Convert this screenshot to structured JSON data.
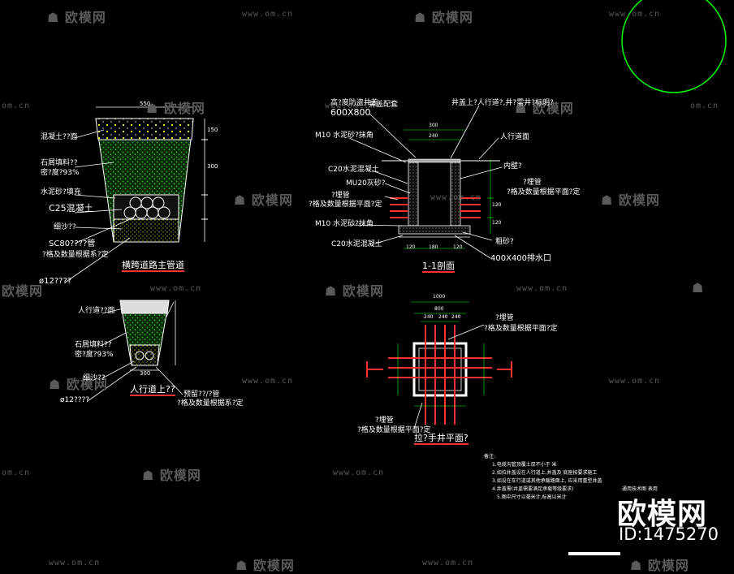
{
  "watermark": {
    "brand": "欧模网",
    "url": "www.om.cn",
    "url_short": "om.cn",
    "logo_icon": "sofa-logo-icon"
  },
  "brand": {
    "name": "欧模网",
    "id": "ID:1475270"
  },
  "colors": {
    "background": "#000000",
    "line": "#ffffff",
    "annotation": "#ffff00",
    "gravel": "#1f9a1f",
    "pipe": "#ff3030",
    "circle": "#00ff00",
    "watermark": "#5a5a5a"
  },
  "left_top": {
    "labels": [
      "混凝土??面",
      "石屑填料??",
      "密?度?93%",
      "水泥砂?填充",
      "C25混凝土",
      "细沙??",
      "SC80????管",
      "?格及数量根据系?定",
      "ø12????"
    ],
    "title": "横跨道路主管道",
    "dims": [
      "550",
      "150",
      "300"
    ]
  },
  "left_bottom": {
    "labels": [
      "人行道??面",
      "石屑填料??",
      "密?度?93%",
      "细沙??",
      "ø12????",
      "预留??/?管",
      "?格及数量根据系?定"
    ],
    "title": "人行道上??",
    "dims": [
      "300"
    ]
  },
  "section": {
    "labels": [
      "高?度防盗井盖",
      "600X800",
      "M10 水泥砂?抹角",
      "C20水泥混凝土",
      "MU20灰砂?",
      "?埋管",
      "?格及数量根据平面?定",
      "M10 水泥砂?抹角",
      "C20水泥混凝土",
      "井盖上?人行道?,井?需井?标明?",
      "人行道面",
      "内壁?",
      "?埋管",
      "?格及数量根据平面?定",
      "粗砂?",
      "400X400排水口"
    ],
    "top_label": "井盖配套",
    "title": "1-1剖面",
    "dims": [
      "300",
      "240",
      "120",
      "180",
      "120",
      "120",
      "120"
    ]
  },
  "plan": {
    "labels": [
      "?埋管",
      "?格及数量根据平面?定",
      "?埋管",
      "?格及数量根据平面?定"
    ],
    "title": "拉?手井平面?",
    "dims": [
      "1000",
      "800",
      "240",
      "240",
      "240"
    ]
  },
  "notes": {
    "heading": "备注:",
    "lines": [
      "1.电缆沟管顶覆土厚不小于        米",
      "2.如拉井盖设在人行道上,井盖及      底座按要求施工",
      "3.如设在车行道或其他承载路面上,      应采用重型井盖",
      "4.井盖需(井盖需要满足承载等级要求)",
      "5.图中尺寸以毫米计,标高以米计"
    ],
    "side": "通用技术图 表用"
  }
}
